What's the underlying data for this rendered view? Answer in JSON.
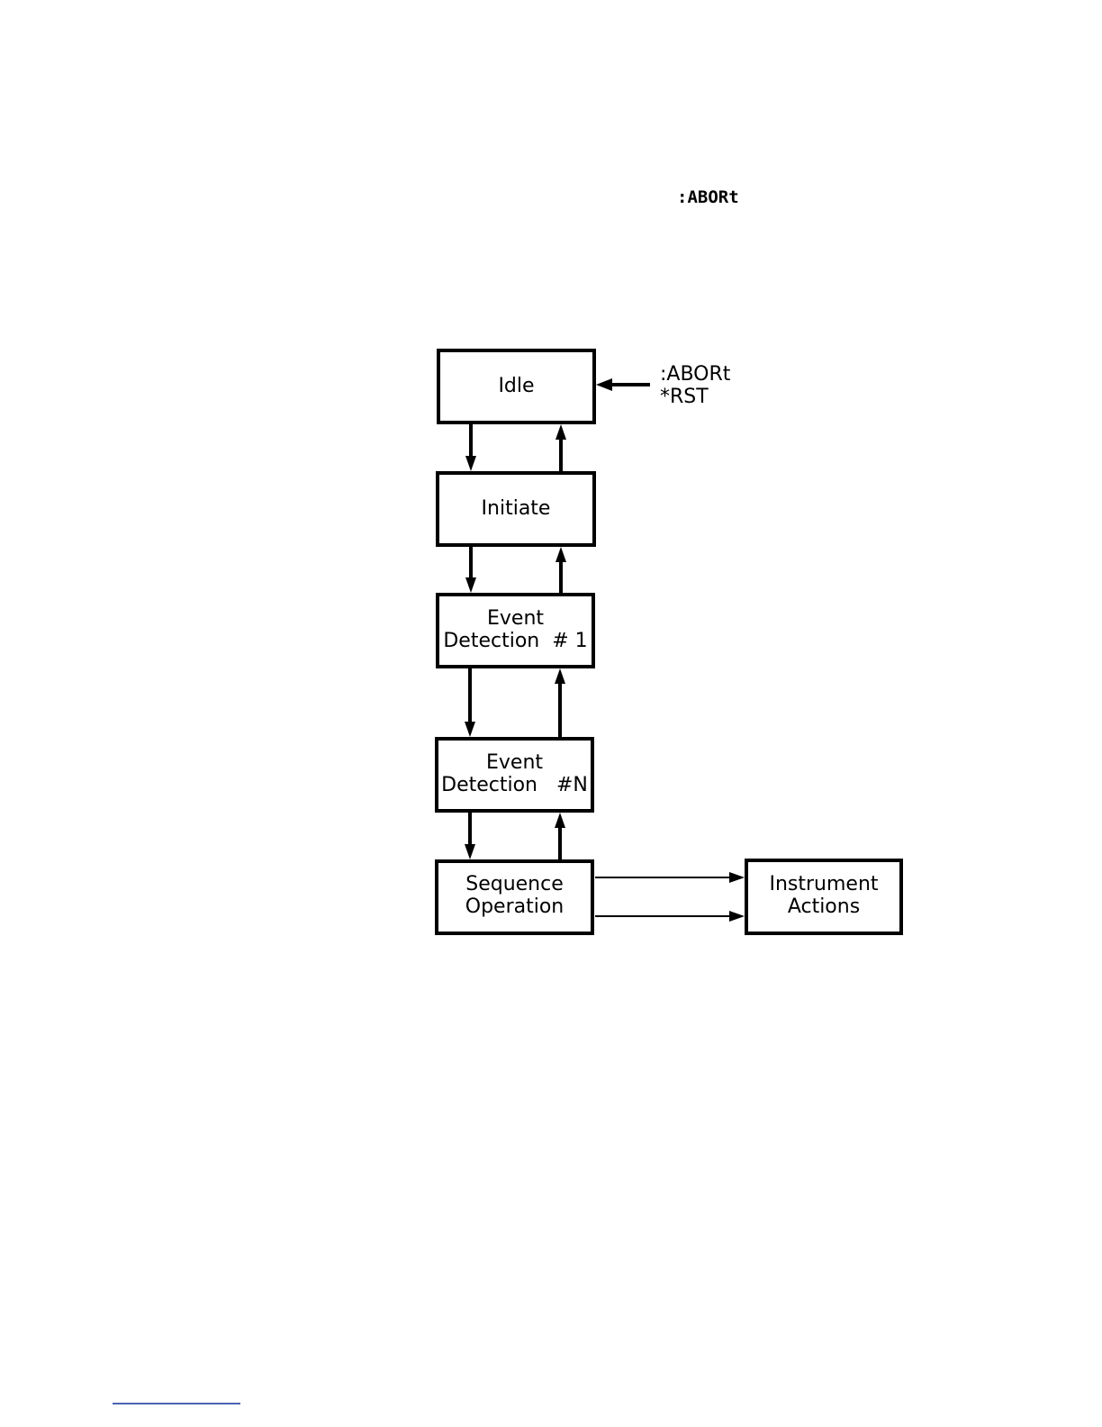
{
  "page": {
    "heading": ":ABORt"
  },
  "diagram": {
    "nodes": {
      "idle": {
        "lines": [
          "Idle"
        ]
      },
      "initiate": {
        "lines": [
          "Initiate"
        ]
      },
      "event1": {
        "lines": [
          "Event",
          "Detection  # 1"
        ]
      },
      "eventN": {
        "lines": [
          "Event",
          "Detection   #N"
        ]
      },
      "sequence": {
        "lines": [
          "Sequence",
          "Operation"
        ]
      },
      "actions": {
        "lines": [
          "Instrument",
          "Actions"
        ]
      }
    },
    "external_input": {
      "lines": [
        ":ABORt",
        "*RST"
      ],
      "target": "idle"
    },
    "edges": [
      {
        "from": "idle",
        "to": "initiate"
      },
      {
        "from": "initiate",
        "to": "idle"
      },
      {
        "from": "initiate",
        "to": "event1"
      },
      {
        "from": "event1",
        "to": "initiate"
      },
      {
        "from": "event1",
        "to": "eventN"
      },
      {
        "from": "eventN",
        "to": "event1"
      },
      {
        "from": "eventN",
        "to": "sequence"
      },
      {
        "from": "sequence",
        "to": "eventN"
      },
      {
        "from": "sequence",
        "to": "actions"
      },
      {
        "from": "sequence",
        "to": "actions"
      }
    ]
  }
}
